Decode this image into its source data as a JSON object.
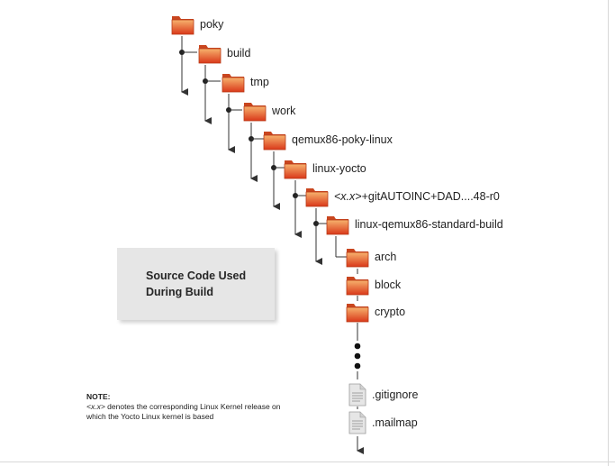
{
  "tree": {
    "nodes": [
      {
        "label": "poky",
        "type": "folder"
      },
      {
        "label": "build",
        "type": "folder"
      },
      {
        "label": "tmp",
        "type": "folder"
      },
      {
        "label": "work",
        "type": "folder"
      },
      {
        "label": "qemux86-poky-linux",
        "type": "folder"
      },
      {
        "label": "linux-yocto",
        "type": "folder"
      },
      {
        "label_prefix": "<x.x>",
        "label_suffix": "+gitAUTOINC+DAD....48-r0",
        "type": "folder"
      },
      {
        "label": "linux-qemux86-standard-build",
        "type": "folder"
      },
      {
        "label": "arch",
        "type": "folder"
      },
      {
        "label": "block",
        "type": "folder"
      },
      {
        "label": "crypto",
        "type": "folder"
      },
      {
        "label": ".gitignore",
        "type": "file"
      },
      {
        "label": ".mailmap",
        "type": "file"
      }
    ]
  },
  "source_box": {
    "line1": "Source Code Used",
    "line2": "During Build"
  },
  "note": {
    "title": "NOTE:",
    "prefix": "<x.x>",
    "line1": " denotes the corresponding Linux Kernel release on",
    "line2": "which the Yocto Linux kernel is based"
  },
  "colors": {
    "folder_light": "#f5a45c",
    "folder_dark": "#d9381a",
    "line": "#333333",
    "file": "#e2e2e2"
  },
  "icons": {
    "folder": "folder-icon",
    "file": "file-icon"
  }
}
